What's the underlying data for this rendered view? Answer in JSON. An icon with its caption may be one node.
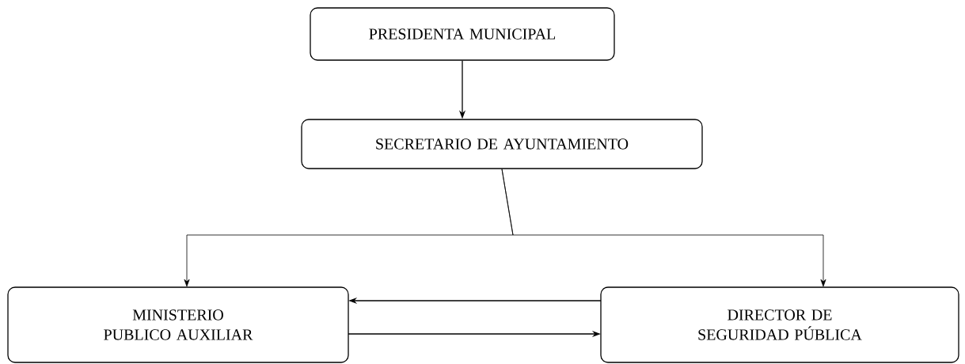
{
  "diagram": {
    "nodes": [
      {
        "text": [
          "PRESIDENTA MUNICIPAL"
        ]
      },
      {
        "text": [
          "SECRETARIO DE AYUNTAMIENTO"
        ]
      },
      {
        "text": [
          "MINISTERIO PUBLICO AUXILIAR"
        ]
      },
      {
        "text": [
          "DIRECTOR DE SEGURIDAD PÚBLICA"
        ]
      }
    ],
    "edges": [
      {
        "from": 0,
        "to": 1,
        "arrow": "to"
      },
      {
        "from": 1,
        "to": 2,
        "arrow": "to"
      },
      {
        "from": 1,
        "to": 3,
        "arrow": "to"
      },
      {
        "from": 3,
        "to": 2,
        "arrow": "to"
      },
      {
        "from": 2,
        "to": 3,
        "arrow": "to"
      }
    ]
  }
}
